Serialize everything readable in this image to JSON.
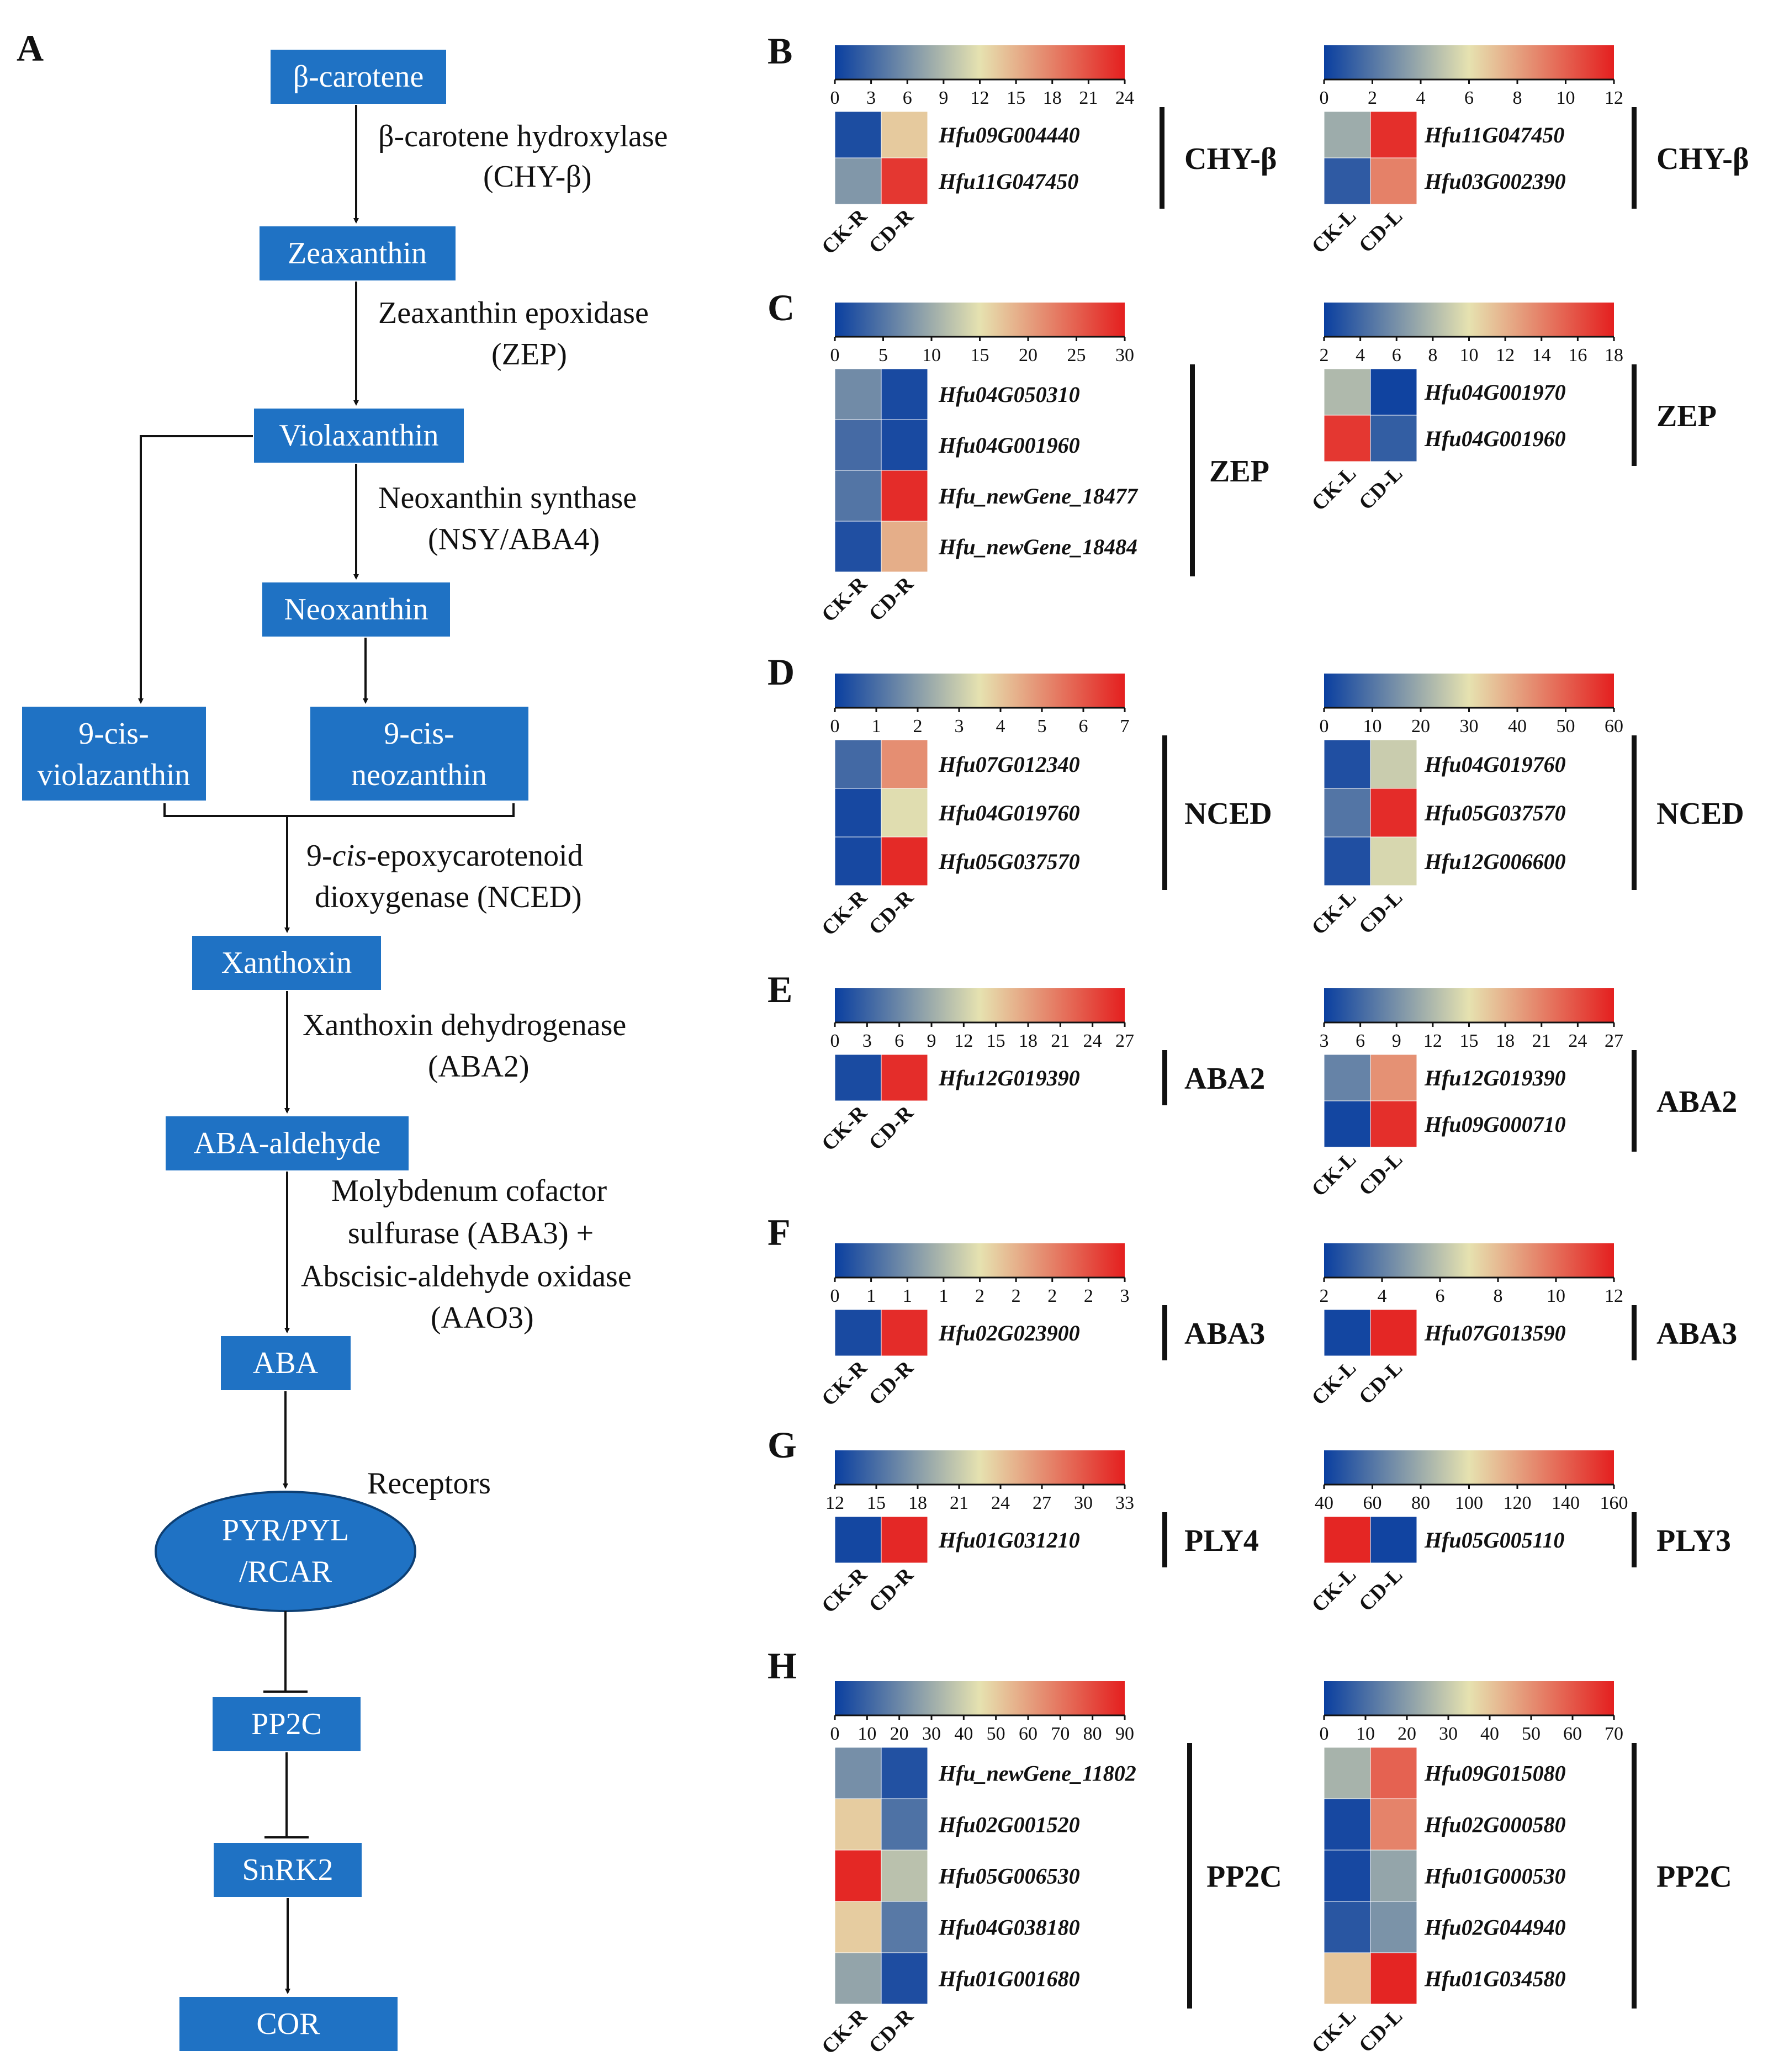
{
  "colors": {
    "box": "#1f72c4",
    "scale_low": "#0a3fa0",
    "scale_mid": "#e6e2b0",
    "scale_high": "#e41f1f"
  },
  "panels": {
    "A": "A",
    "B": "B",
    "C": "C",
    "D": "D",
    "E": "E",
    "F": "F",
    "G": "G",
    "H": "H"
  },
  "pathway": {
    "nodes": {
      "bcarotene": "β-carotene",
      "zeaxanthin": "Zeaxanthin",
      "violaxanthin": "Violaxanthin",
      "neoxanthin": "Neoxanthin",
      "cisviola_1": "9-cis-",
      "cisviola_2": "violazanthin",
      "cisneo_1": "9-cis-",
      "cisneo_2": "neozanthin",
      "xanthoxin": "Xanthoxin",
      "abaaldehyde": "ABA-aldehyde",
      "aba": "ABA",
      "receptor_1": "PYR/PYL",
      "receptor_2": "/RCAR",
      "pp2c": "PP2C",
      "snrk2": "SnRK2",
      "cor": "COR"
    },
    "enzymes": {
      "chy_1": "β-carotene hydroxylase",
      "chy_2": "(CHY-β)",
      "zep_1": "Zeaxanthin epoxidase",
      "zep_2": "(ZEP)",
      "nsy_1": "Neoxanthin synthase",
      "nsy_2": "(NSY/ABA4)",
      "nced_1a": "9-",
      "nced_1b": "cis",
      "nced_1c": "-epoxycarotenoid",
      "nced_2": "dioxygenase (NCED)",
      "aba2_1": "Xanthoxin dehydrogenase",
      "aba2_2": "(ABA2)",
      "aba3_1": "Molybdenum cofactor",
      "aba3_2": "sulfurase (ABA3) +",
      "aba3_3": "Abscisic-aldehyde oxidase",
      "aba3_4": "(AAO3)",
      "receptors": "Receptors"
    }
  },
  "heatmaps": [
    {
      "id": "B-left",
      "panel": "B",
      "gene_family": "CHY-β",
      "scale_ticks": [
        "0",
        "3",
        "6",
        "9",
        "12",
        "15",
        "18",
        "21",
        "24"
      ],
      "samples": [
        "CK-R",
        "CD-R"
      ],
      "genes": [
        "Hfu09G004440",
        "Hfu11G047450"
      ],
      "values": [
        [
          1,
          13.5
        ],
        [
          6.5,
          22.5
        ]
      ]
    },
    {
      "id": "B-right",
      "panel": "B",
      "gene_family": "CHY-β",
      "scale_ticks": [
        "0",
        "2",
        "4",
        "6",
        "8",
        "10",
        "12"
      ],
      "samples": [
        "CK-L",
        "CD-L"
      ],
      "genes": [
        "Hfu11G047450",
        "Hfu03G002390"
      ],
      "values": [
        [
          4,
          11.5
        ],
        [
          1,
          9
        ]
      ]
    },
    {
      "id": "C-left",
      "panel": "C",
      "gene_family": "ZEP",
      "scale_ticks": [
        "0",
        "5",
        "10",
        "15",
        "20",
        "25",
        "30"
      ],
      "samples": [
        "CK-R",
        "CD-R"
      ],
      "genes": [
        "Hfu04G050310",
        "Hfu04G001960",
        "Hfu_newGene_18477",
        "Hfu_newGene_18484"
      ],
      "values": [
        [
          7,
          1
        ],
        [
          4,
          1
        ],
        [
          5,
          29
        ],
        [
          1.5,
          19
        ]
      ]
    },
    {
      "id": "C-right",
      "panel": "C",
      "gene_family": "ZEP",
      "scale_ticks": [
        "2",
        "4",
        "6",
        "8",
        "10",
        "12",
        "14",
        "16",
        "18"
      ],
      "samples": [
        "CK-L",
        "CD-L"
      ],
      "genes": [
        "Hfu04G001970",
        "Hfu04G001960"
      ],
      "values": [
        [
          8,
          2.2
        ],
        [
          17,
          3.5
        ]
      ]
    },
    {
      "id": "D-left",
      "panel": "D",
      "gene_family": "NCED",
      "scale_ticks": [
        "0",
        "1",
        "2",
        "3",
        "4",
        "5",
        "6",
        "7"
      ],
      "samples": [
        "CK-R",
        "CD-R"
      ],
      "genes": [
        "Hfu07G012340",
        "Hfu04G019760",
        "Hfu05G037570"
      ],
      "values": [
        [
          0.9,
          5
        ],
        [
          0.2,
          3.4
        ],
        [
          0.2,
          6.8
        ]
      ]
    },
    {
      "id": "D-right",
      "panel": "D",
      "gene_family": "NCED",
      "scale_ticks": [
        "0",
        "10",
        "20",
        "30",
        "40",
        "50",
        "60"
      ],
      "samples": [
        "CK-L",
        "CD-L"
      ],
      "genes": [
        "Hfu04G019760",
        "Hfu05G037570",
        "Hfu12G006600"
      ],
      "values": [
        [
          3,
          26
        ],
        [
          10,
          58
        ],
        [
          3,
          28
        ]
      ]
    },
    {
      "id": "E-left",
      "panel": "E",
      "gene_family": "ABA2",
      "scale_ticks": [
        "0",
        "3",
        "6",
        "9",
        "12",
        "15",
        "18",
        "21",
        "24",
        "27"
      ],
      "samples": [
        "CK-R",
        "CD-R"
      ],
      "genes": [
        "Hfu12G019390"
      ],
      "values": [
        [
          1,
          26
        ]
      ]
    },
    {
      "id": "E-right",
      "panel": "E",
      "gene_family": "ABA2",
      "scale_ticks": [
        "3",
        "6",
        "9",
        "12",
        "15",
        "18",
        "21",
        "24",
        "27"
      ],
      "samples": [
        "CK-L",
        "CD-L"
      ],
      "genes": [
        "Hfu12G019390",
        "Hfu09G000710"
      ],
      "values": [
        [
          8,
          20
        ],
        [
          3.5,
          26
        ]
      ]
    },
    {
      "id": "F-left",
      "panel": "F",
      "gene_family": "ABA3",
      "scale_ticks": [
        "0",
        "1",
        "1",
        "1",
        "2",
        "2",
        "2",
        "2",
        "3"
      ],
      "samples": [
        "CK-R",
        "CD-R"
      ],
      "genes": [
        "Hfu02G023900"
      ],
      "values": [
        [
          0.1,
          2.9
        ]
      ]
    },
    {
      "id": "F-right",
      "panel": "F",
      "gene_family": "ABA3",
      "scale_ticks": [
        "2",
        "4",
        "6",
        "8",
        "10",
        "12"
      ],
      "samples": [
        "CK-L",
        "CD-L"
      ],
      "genes": [
        "Hfu07G013590"
      ],
      "values": [
        [
          2.2,
          11.8
        ]
      ]
    },
    {
      "id": "G-left",
      "panel": "G",
      "gene_family": "PLY4",
      "scale_ticks": [
        "12",
        "15",
        "18",
        "21",
        "24",
        "27",
        "30",
        "33"
      ],
      "samples": [
        "CK-R",
        "CD-R"
      ],
      "genes": [
        "Hfu01G031210"
      ],
      "values": [
        [
          12.5,
          32.5
        ]
      ]
    },
    {
      "id": "G-right",
      "panel": "G",
      "gene_family": "PLY3",
      "scale_ticks": [
        "40",
        "60",
        "80",
        "100",
        "120",
        "140",
        "160"
      ],
      "samples": [
        "CK-L",
        "CD-L"
      ],
      "genes": [
        "Hfu05G005110"
      ],
      "values": [
        [
          158,
          42
        ]
      ]
    },
    {
      "id": "H-left",
      "panel": "H",
      "gene_family": "PP2C",
      "scale_ticks": [
        "0",
        "10",
        "20",
        "30",
        "40",
        "50",
        "60",
        "70",
        "80",
        "90"
      ],
      "samples": [
        "CK-R",
        "CD-R"
      ],
      "genes": [
        "Hfu_newGene_11802",
        "Hfu02G001520",
        "Hfu05G006530",
        "Hfu04G038180",
        "Hfu01G001680"
      ],
      "values": [
        [
          22,
          5
        ],
        [
          50,
          14
        ],
        [
          88,
          36
        ],
        [
          50,
          16
        ],
        [
          28,
          4
        ]
      ]
    },
    {
      "id": "H-right",
      "panel": "H",
      "gene_family": "PP2C",
      "scale_ticks": [
        "0",
        "10",
        "20",
        "30",
        "40",
        "50",
        "60",
        "70"
      ],
      "samples": [
        "CK-L",
        "CD-L"
      ],
      "genes": [
        "Hfu09G015080",
        "Hfu02G000580",
        "Hfu01G000530",
        "Hfu02G044940",
        "Hfu01G034580"
      ],
      "values": [
        [
          25,
          58
        ],
        [
          2,
          52
        ],
        [
          2,
          22
        ],
        [
          5,
          18
        ],
        [
          40,
          69
        ]
      ]
    }
  ]
}
